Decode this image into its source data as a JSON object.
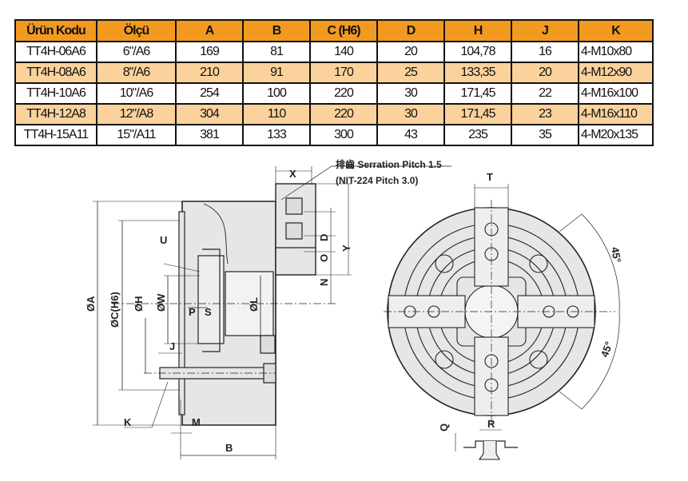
{
  "table": {
    "headers": [
      "Ürün Kodu",
      "Ölçü",
      "A",
      "B",
      "C (H6)",
      "D",
      "H",
      "J",
      "K"
    ],
    "rows": [
      [
        "TT4H-06A6",
        "6\"/A6",
        "169",
        "81",
        "140",
        "20",
        "104,78",
        "16",
        "4-M10x80"
      ],
      [
        "TT4H-08A6",
        "8\"/A6",
        "210",
        "91",
        "170",
        "25",
        "133,35",
        "20",
        "4-M12x90"
      ],
      [
        "TT4H-10A6",
        "10\"/A6",
        "254",
        "100",
        "220",
        "30",
        "171,45",
        "22",
        "4-M16x100"
      ],
      [
        "TT4H-12A8",
        "12\"/A8",
        "304",
        "110",
        "220",
        "30",
        "171,45",
        "23",
        "4-M16x110"
      ],
      [
        "TT4H-15A11",
        "15\"/A11",
        "381",
        "133",
        "300",
        "43",
        "235",
        "35",
        "4-M20x135"
      ]
    ]
  },
  "colors": {
    "header": "#f29a1f",
    "alt_row": "#fbd29c",
    "drawing_fill": "#e6e6e6"
  },
  "drawing": {
    "note_line1": "排齒 Serration Pitch 1.5",
    "note_line2": "(NIT-224 Pitch 3.0)",
    "side_labels": {
      "X": "X",
      "U": "U",
      "D": "D",
      "O": "O",
      "Y": "Y",
      "N": "N",
      "A": "ØA",
      "C": "ØC(H6)",
      "H": "ØH",
      "W": "ØW",
      "P": "P",
      "S": "S",
      "L": "ØL",
      "J": "J",
      "K": "K",
      "M": "M",
      "B": "B"
    },
    "front_labels": {
      "T": "T",
      "angle1": "45°",
      "angle2": "45°",
      "Q": "Q",
      "R": "R"
    }
  }
}
